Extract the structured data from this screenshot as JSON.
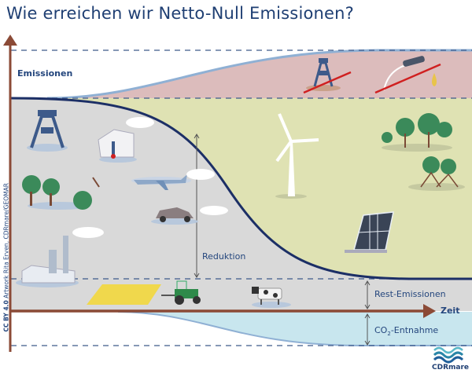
{
  "title": "Wie erreichen wir Netto-Null Emissionen?",
  "labels": {
    "emissionen": "Emissionen",
    "reduktion": "Reduktion",
    "rest_emissionen": "Rest-Emissionen",
    "zeit": "Zeit",
    "co2_entnahme_prefix": "CO",
    "co2_entnahme_sub": "2",
    "co2_entnahme_suffix": "-Entnahme"
  },
  "credit": {
    "license": "CC BY 4.0",
    "text": "Artwork Rita Erven, CDRmare/GEOMAR"
  },
  "logo": {
    "text": "CDRmare"
  },
  "colors": {
    "title": "#1f3f73",
    "axis": "#8b4a36",
    "emissions_band": "#dcbcbc",
    "grey_area": "#d9d9d9",
    "green_area": "#dfe2b3",
    "removal_band": "#c8e6ee",
    "curve": "#1c2f66",
    "strike": "#d02020"
  },
  "icons": [
    "mine-tower-icon",
    "house-thermometer-icon",
    "tree-felling-icon",
    "airplane-icon",
    "car-icon",
    "factory-icon",
    "tractor-icon",
    "cow-icon",
    "wind-turbine-icon",
    "solar-panel-icon",
    "forest-icon",
    "mangrove-icon",
    "fuel-nozzle-icon"
  ]
}
